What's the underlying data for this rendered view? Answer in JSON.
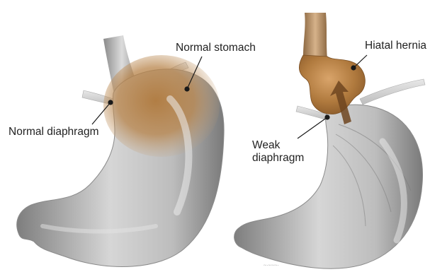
{
  "labels": {
    "normal_stomach": "Normal stomach",
    "normal_diaphragm": "Normal diaphragm",
    "hiatal_hernia": "Hiatal hernia",
    "weak_diaphragm_line1": "Weak",
    "weak_diaphragm_line2": "diaphragm"
  },
  "colors": {
    "stomach_gray": "#9c9c9c",
    "herniated_tissue": "#b07a3e",
    "label_text": "#222222",
    "background": "#ffffff"
  }
}
